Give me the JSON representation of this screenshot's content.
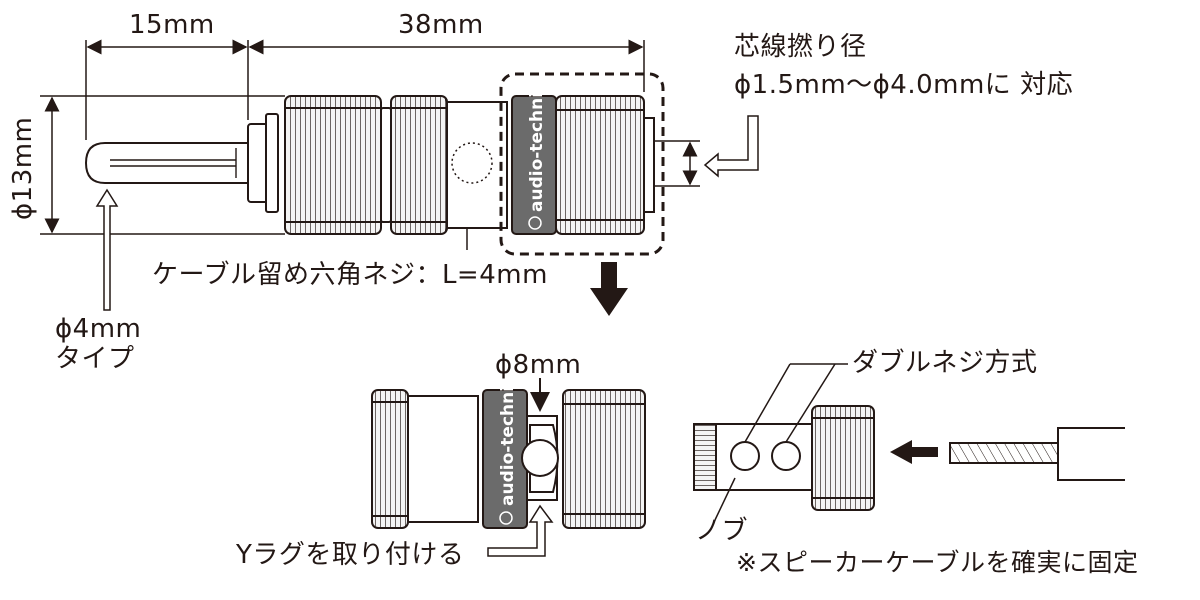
{
  "labels": {
    "dim_15": "15mm",
    "dim_38": "38mm",
    "dim_13": "ϕ13mm",
    "core_wire_line1": "芯線撚り径",
    "core_wire_line2": "ϕ1.5mm〜ϕ4.0mmに 対応",
    "set_screw": "ケーブル留め六角ネジ：L=4mm",
    "pin_line1": "ϕ4mm",
    "pin_line2": "タイプ",
    "dim_8": "ϕ8mm",
    "double_screw": "ダブルネジ方式",
    "y_lug": "Yラグを取り付ける",
    "knob": "ノブ",
    "note": "※スピーカーケーブルを確実に固定"
  },
  "brand_text": "audio-technica",
  "colors": {
    "line": "#231815",
    "dark_band": "#6b6b6b",
    "knurl_fill": "#f4f4f4",
    "white": "#ffffff"
  }
}
